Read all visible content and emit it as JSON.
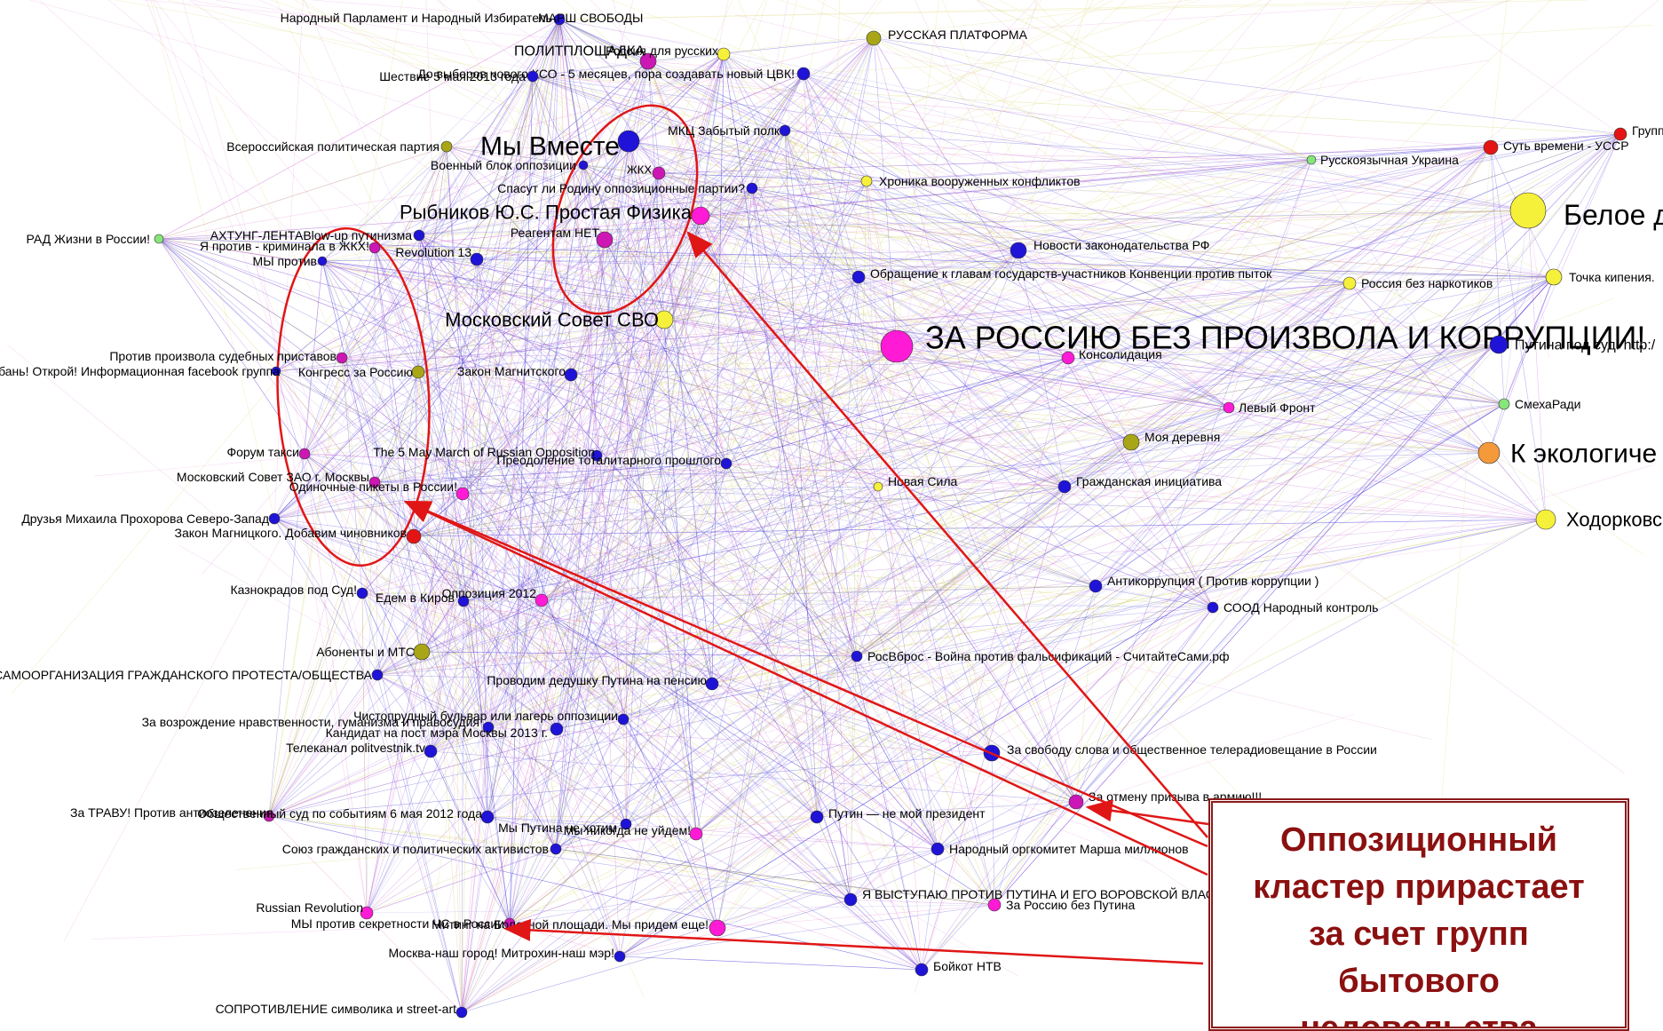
{
  "colors": {
    "blue": "#1f13d8",
    "magenta": "#cc17b4",
    "pink": "#ff1bd6",
    "yellow": "#f5f03a",
    "olive": "#a8a617",
    "red": "#e41414",
    "green": "#86e67a",
    "orange": "#f59a3a",
    "annotation": "#e01616",
    "callout_text": "#8b1010"
  },
  "callout": {
    "text": "Оппозиционный\nкластер прирастает\nза счет групп\nбытового\nнедовольства"
  },
  "nodes": [
    {
      "id": "n1",
      "label": "Народный Парламент и Народный Избиратель",
      "color": "blue"
    },
    {
      "id": "n2",
      "label": "МАРШ СВОБОДЫ",
      "color": "blue"
    },
    {
      "id": "n3",
      "label": "РУССКАЯ ПЛАТФОРМА",
      "color": "olive"
    },
    {
      "id": "n4",
      "label": "ПОЛИТПЛОЩАДКА",
      "color": "magenta"
    },
    {
      "id": "n5",
      "label": "Россия для русских",
      "color": "yellow"
    },
    {
      "id": "n6",
      "label": "До выборов нового КСО - 5 месяцев, пора создавать новый ЦВК!",
      "color": "blue"
    },
    {
      "id": "n7",
      "label": "Шествие 5 мая 2013 года",
      "color": "blue"
    },
    {
      "id": "n8",
      "label": "Мы Вместе",
      "color": "blue"
    },
    {
      "id": "n9",
      "label": "МКЦ Забытый полк",
      "color": "blue"
    },
    {
      "id": "n10",
      "label": "Всероссийская политическая партия",
      "color": "olive"
    },
    {
      "id": "n11",
      "label": "Военный блок оппозиции",
      "color": "blue"
    },
    {
      "id": "n12",
      "label": "ЖКХ",
      "color": "magenta"
    },
    {
      "id": "n13",
      "label": "Спасут ли Родину оппозиционные партии?",
      "color": "blue"
    },
    {
      "id": "n14",
      "label": "Хроника вооруженных конфликтов",
      "color": "yellow"
    },
    {
      "id": "n15",
      "label": "АХТУНГ-ЛЕНТАBlow-up путинизма",
      "color": "blue"
    },
    {
      "id": "n16",
      "label": "Рыбников Ю.С. Простая Физика",
      "color": "pink"
    },
    {
      "id": "n17",
      "label": "Реагентам НЕТ",
      "color": "magenta"
    },
    {
      "id": "n18",
      "label": "Новости законодательства РФ",
      "color": "blue"
    },
    {
      "id": "n19",
      "label": "РАД Жизни в России!",
      "color": "green"
    },
    {
      "id": "n20",
      "label": "Я против - криминала в ЖКХ!",
      "color": "magenta"
    },
    {
      "id": "n21",
      "label": "МЫ против",
      "color": "blue"
    },
    {
      "id": "n22",
      "label": "Revolution 13",
      "color": "blue"
    },
    {
      "id": "n23",
      "label": "Обращение к главам государств-участников Конвенции против пыток",
      "color": "blue"
    },
    {
      "id": "n24",
      "label": "Россия без наркотиков",
      "color": "yellow"
    },
    {
      "id": "n25",
      "label": "Московский Совет СВО",
      "color": "yellow"
    },
    {
      "id": "n26",
      "label": "ЗА РОССИЮ БЕЗ ПРОИЗВОЛА И КОРРУПЦИИ!",
      "color": "pink"
    },
    {
      "id": "n27",
      "label": "Против произвола судебных приставов",
      "color": "magenta"
    },
    {
      "id": "n28",
      "label": "Кубань! Открой! Информационная facebook группа",
      "color": "blue"
    },
    {
      "id": "n29",
      "label": "Конгресс за Россию",
      "color": "olive"
    },
    {
      "id": "n30",
      "label": "Закон Магнитского",
      "color": "blue"
    },
    {
      "id": "n31",
      "label": "Консолидация",
      "color": "pink"
    },
    {
      "id": "n32",
      "label": "Левый Фронт",
      "color": "pink"
    },
    {
      "id": "n33",
      "label": "Моя деревня",
      "color": "olive"
    },
    {
      "id": "n34",
      "label": "Форум такси",
      "color": "magenta"
    },
    {
      "id": "n35",
      "label": "The 5 May March of Russian Opposition",
      "color": "blue"
    },
    {
      "id": "n36",
      "label": "Преодоление тоталитарного прошлого",
      "color": "blue"
    },
    {
      "id": "n37",
      "label": "Московский Совет ЗАО г. Москвы",
      "color": "magenta"
    },
    {
      "id": "n38",
      "label": "Одиночные пикеты в России!",
      "color": "pink"
    },
    {
      "id": "n39",
      "label": "Новая Сила",
      "color": "yellow"
    },
    {
      "id": "n40",
      "label": "Гражданская инициатива",
      "color": "blue"
    },
    {
      "id": "n41",
      "label": "Друзья Михаила Прохорова Северо-Запад",
      "color": "blue"
    },
    {
      "id": "n42",
      "label": "Закон Магницкого. Добавим чиновников",
      "color": "red"
    },
    {
      "id": "n43",
      "label": "Антикоррупция ( Против коррупции )",
      "color": "blue"
    },
    {
      "id": "n44",
      "label": "СООД Народный контроль",
      "color": "blue"
    },
    {
      "id": "n45",
      "label": "Казнокрадов под Суд!",
      "color": "blue"
    },
    {
      "id": "n46",
      "label": "Едем в Киров",
      "color": "blue"
    },
    {
      "id": "n47",
      "label": "Оппозиция 2012",
      "color": "pink"
    },
    {
      "id": "n48",
      "label": "Абоненты и МТС",
      "color": "olive"
    },
    {
      "id": "n49",
      "label": "РосВброс - Война против фальсификаций - СчитайтеСами.рф",
      "color": "blue"
    },
    {
      "id": "n50",
      "label": "САМООРГАНИЗАЦИЯ ГРАЖДАНСКОГО ПРОТЕСТА/ОБЩЕСТВА",
      "color": "blue"
    },
    {
      "id": "n51",
      "label": "Проводим дедушку Путина на пенсию",
      "color": "blue"
    },
    {
      "id": "n52",
      "label": "За возрождение нравственности, гуманизма и правосудия",
      "color": "blue"
    },
    {
      "id": "n53",
      "label": "Кандидат на пост мэра Москвы 2013 г.",
      "color": "blue"
    },
    {
      "id": "n54",
      "label": "Чистопрудный бульвар или лагерь оппозиции",
      "color": "blue"
    },
    {
      "id": "n55",
      "label": "Телеканал politvestnik.tv",
      "color": "blue"
    },
    {
      "id": "n56",
      "label": "За свободу слова и общественное телерадиовещание в России",
      "color": "blue"
    },
    {
      "id": "n57",
      "label": "За отмену призыва в армию!!!",
      "color": "magenta"
    },
    {
      "id": "n58",
      "label": "За ТРАВУ! Против антиозеленения",
      "color": "magenta"
    },
    {
      "id": "n59",
      "label": "Общественный суд по событиям 6 мая 2012 года",
      "color": "blue"
    },
    {
      "id": "n60",
      "label": "Путин — не мой президент",
      "color": "blue"
    },
    {
      "id": "n61",
      "label": "Мы Путина не хотим",
      "color": "blue"
    },
    {
      "id": "n62",
      "label": "Мы никогда не уйдем!",
      "color": "pink"
    },
    {
      "id": "n63",
      "label": "Союз гражданских и политических активистов",
      "color": "blue"
    },
    {
      "id": "n64",
      "label": "Народный оргкомитет Марша миллионов",
      "color": "blue"
    },
    {
      "id": "n65",
      "label": "Я ВЫСТУПАЮ ПРОТИВ ПУТИНА И ЕГО ВОРОВСКОЙ ВЛАСТИ",
      "color": "blue"
    },
    {
      "id": "n66",
      "label": "За Россию без Путина",
      "color": "pink"
    },
    {
      "id": "n67",
      "label": "Russian Revolution",
      "color": "pink"
    },
    {
      "id": "n68",
      "label": "МЫ против секретности ЧС в России",
      "color": "magenta"
    },
    {
      "id": "n69",
      "label": "Митинг на Болотной площади. Мы придем еще!",
      "color": "pink"
    },
    {
      "id": "n70",
      "label": "Москва-наш город! Митрохин-наш мэр!",
      "color": "blue"
    },
    {
      "id": "n71",
      "label": "Бойкот НТВ",
      "color": "blue"
    },
    {
      "id": "n72",
      "label": "СОПРОТИВЛЕНИЕ символика и street-art",
      "color": "blue"
    },
    {
      "id": "n73",
      "label": "Русскоязычная Украина",
      "color": "green"
    },
    {
      "id": "n74",
      "label": "Суть времени - УССР",
      "color": "red"
    },
    {
      "id": "n75",
      "label": "Группа",
      "color": "red"
    },
    {
      "id": "n76",
      "label": "Белое дви",
      "color": "yellow"
    },
    {
      "id": "n77",
      "label": "Точка кипения.",
      "color": "yellow"
    },
    {
      "id": "n78",
      "label": "Путина под суд. http:/",
      "color": "blue"
    },
    {
      "id": "n79",
      "label": "СмехаРади",
      "color": "green"
    },
    {
      "id": "n80",
      "label": "К экологиче",
      "color": "orange"
    },
    {
      "id": "n81",
      "label": "Ходорковск",
      "color": "yellow"
    }
  ]
}
